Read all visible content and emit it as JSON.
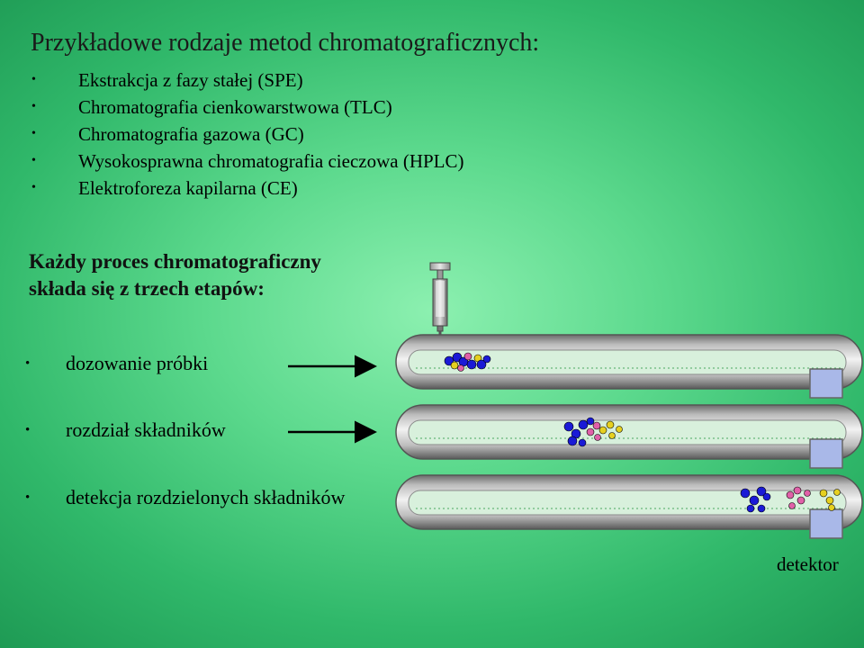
{
  "title": "Przykładowe rodzaje metod chromatograficznych:",
  "methods": [
    "Ekstrakcja z fazy stałej (SPE)",
    "Chromatografia cienkowarstwowa (TLC)",
    "Chromatografia gazowa (GC)",
    "Wysokosprawna chromatografia cieczowa (HPLC)",
    "Elektroforeza kapilarna (CE)"
  ],
  "bullet": "•",
  "intro": [
    "Każdy proces chromatograficzny",
    "składa się z trzech etapów:"
  ],
  "stages": [
    "dozowanie próbki",
    "rozdział składników",
    "detekcja rozdzielonych składników"
  ],
  "detector_label": "detektor",
  "colors": {
    "background_center": "#8cf0b0",
    "background_edge": "#1e9a54",
    "tube": "#7a7a7a",
    "sample_blue": "#1a1ad6",
    "sample_pink": "#e060a8",
    "sample_yellow": "#e6d020",
    "detector": "#a9b8e8"
  }
}
